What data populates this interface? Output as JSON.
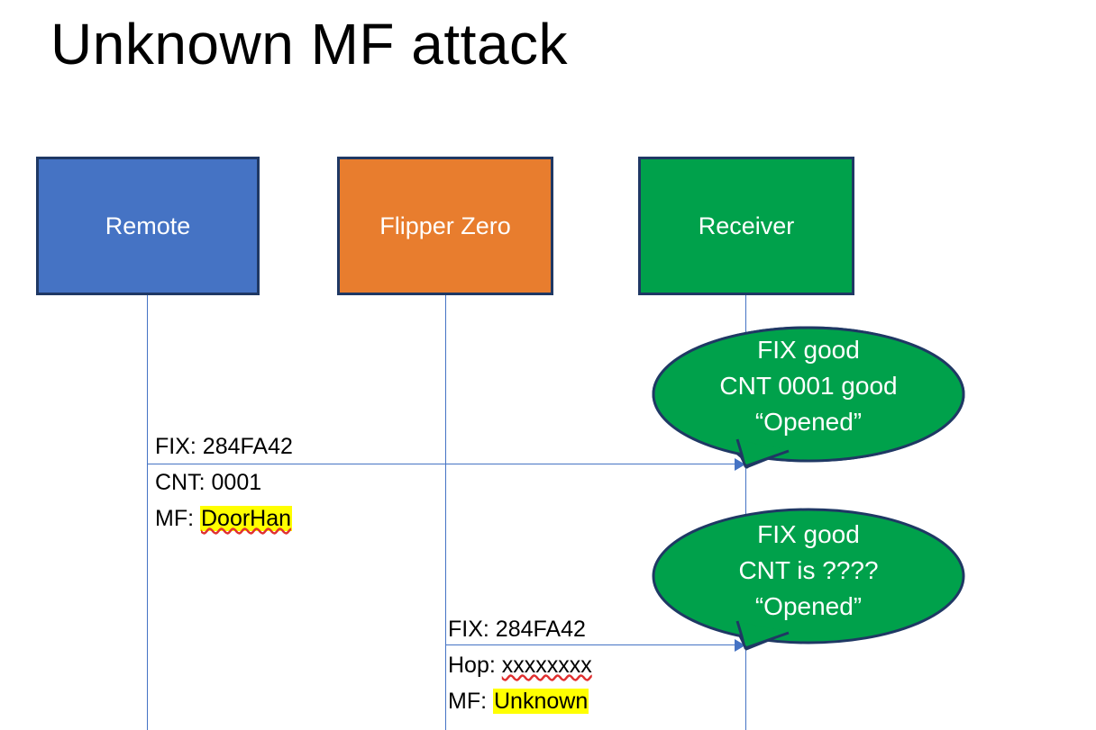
{
  "slide": {
    "title": "Unknown MF attack",
    "background": "#FFFFFF"
  },
  "colors": {
    "remote_fill": "#4573C4",
    "flipper_fill": "#E87D2E",
    "receiver_fill": "#00A14B",
    "box_border": "#1F3864",
    "lifeline": "#4573C4",
    "arrow": "#4573C4",
    "bubble_fill": "#00A14B",
    "bubble_border": "#1F3864",
    "highlight": "#FFFF00",
    "text_dark": "#000000",
    "text_light": "#FFFFFF"
  },
  "actors": [
    {
      "id": "remote",
      "label": "Remote"
    },
    {
      "id": "flipper",
      "label": "Flipper Zero"
    },
    {
      "id": "receiver",
      "label": "Receiver"
    }
  ],
  "messages": [
    {
      "id": "msg-1",
      "from": "remote",
      "to": "receiver",
      "lines": [
        {
          "label": "FIX:",
          "value": "284FA42",
          "highlight": false,
          "spellcheck_flag": false
        },
        {
          "label": "CNT:",
          "value": "0001",
          "highlight": false,
          "spellcheck_flag": false
        },
        {
          "label": "MF:",
          "value": "DoorHan",
          "highlight": true,
          "spellcheck_flag": true
        }
      ]
    },
    {
      "id": "msg-2",
      "from": "flipper",
      "to": "receiver",
      "lines": [
        {
          "label": "FIX:",
          "value": "284FA42",
          "highlight": false,
          "spellcheck_flag": false
        },
        {
          "label": "Hop:",
          "value": "xxxxxxxx",
          "highlight": false,
          "spellcheck_flag": true
        },
        {
          "label": "MF:",
          "value": "Unknown",
          "highlight": true,
          "spellcheck_flag": false
        }
      ]
    }
  ],
  "bubbles": [
    {
      "id": "bubble-1",
      "anchor": "receiver",
      "line1": "FIX good",
      "line2": "CNT 0001 good",
      "line3": "“Opened”"
    },
    {
      "id": "bubble-2",
      "anchor": "receiver",
      "line1": "FIX good",
      "line2": "CNT is ????",
      "line3": "“Opened”"
    }
  ]
}
